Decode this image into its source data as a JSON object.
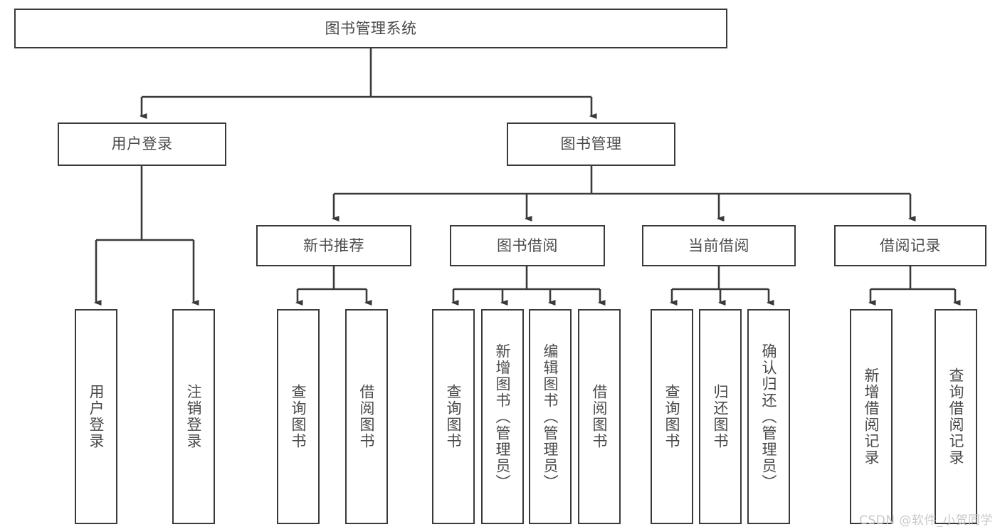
{
  "diagram": {
    "type": "tree-hierarchy",
    "title": "图书管理系统",
    "watermark": "CSDN @软件_小贺同学",
    "colors": {
      "stroke": "#3a3a3a",
      "text": "#4a4a4a",
      "background": "#ffffff",
      "watermark": "#c8c8c8"
    },
    "root": {
      "label": "图书管理系统"
    },
    "level1": [
      {
        "label": "用户登录"
      },
      {
        "label": "图书管理"
      }
    ],
    "level2": [
      {
        "label": "新书推荐"
      },
      {
        "label": "图书借阅"
      },
      {
        "label": "当前借阅"
      },
      {
        "label": "借阅记录"
      }
    ],
    "leaves": {
      "user_login": [
        {
          "label": "用户登录"
        },
        {
          "label": "注销登录"
        }
      ],
      "new_book_recommend": [
        {
          "label": "查询图书"
        },
        {
          "label": "借阅图书"
        }
      ],
      "book_borrow": [
        {
          "label": "查询图书"
        },
        {
          "label": "新增图书（管理员）"
        },
        {
          "label": "编辑图书（管理员）"
        },
        {
          "label": "借阅图书"
        }
      ],
      "current_borrow": [
        {
          "label": "查询图书"
        },
        {
          "label": "归还图书"
        },
        {
          "label": "确认归还（管理员）"
        }
      ],
      "borrow_record": [
        {
          "label": "新增借阅记录"
        },
        {
          "label": "查询借阅记录"
        }
      ]
    }
  }
}
